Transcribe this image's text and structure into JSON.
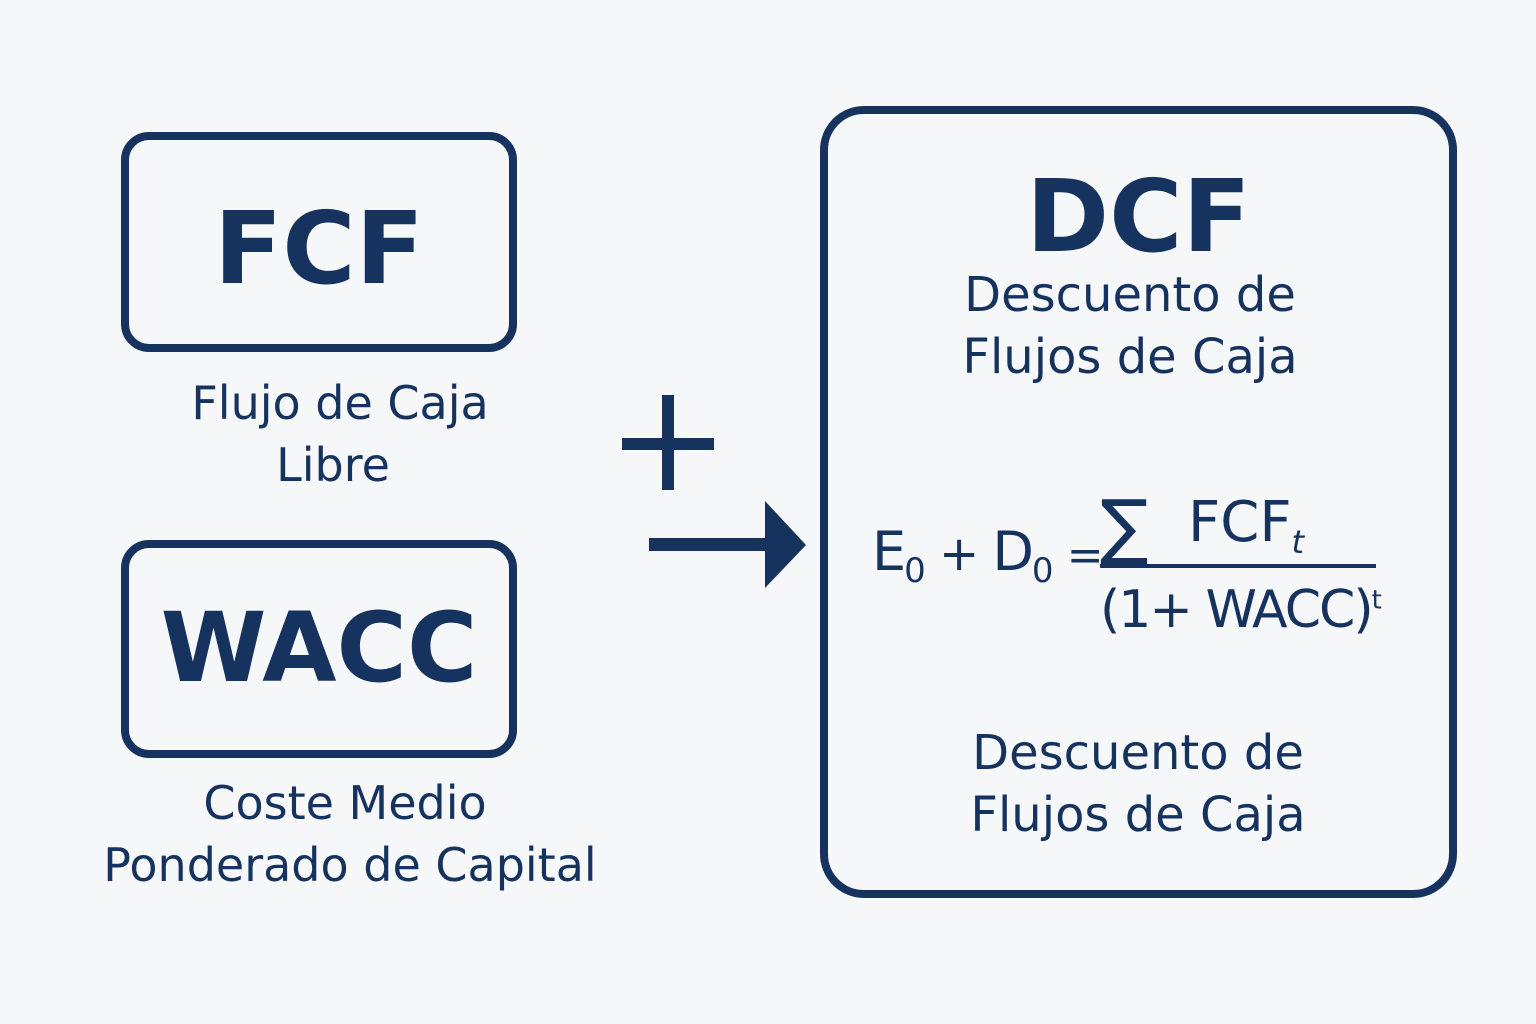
{
  "fcf": {
    "title": "FCF",
    "caption_line1": "Flujo de Caja",
    "caption_line2": "Libre"
  },
  "wacc": {
    "title": "WACC",
    "caption_line1": "Coste Medio",
    "caption_line2": "Ponderado de Capital"
  },
  "operators": {
    "plus": "plus-icon",
    "arrow": "arrow-right-icon"
  },
  "dcf": {
    "title": "DCF",
    "subtitle_line1": "Descuento de",
    "subtitle_line2": "Flujos de Caja",
    "formula": {
      "lhs_e": "E",
      "lhs_e_sub": "0",
      "plus": "+",
      "lhs_d": "D",
      "lhs_d_sub": "0",
      "equals": "=",
      "sigma": "∑",
      "numerator": "FCF",
      "numerator_sub": "t",
      "denominator": "(1+ WACC)",
      "denominator_sup": "t"
    },
    "footer_line1": "Descuento de",
    "footer_line2": "Flujos de Caja"
  },
  "colors": {
    "primary": "#16335f",
    "background": "#f6f7f8"
  }
}
